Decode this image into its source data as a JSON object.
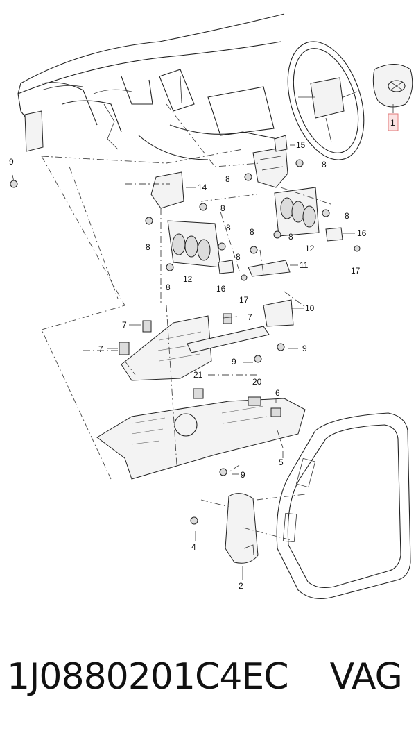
{
  "callouts": {
    "c1": "1",
    "c2": "2",
    "c4": "4",
    "c5": "5",
    "c6": "6",
    "c7a": "7",
    "c7b": "7",
    "c7c": "7",
    "c8a": "8",
    "c8b": "8",
    "c8c": "8",
    "c8d": "8",
    "c8e": "8",
    "c8f": "8",
    "c8g": "8",
    "c8h": "8",
    "c8i": "8",
    "c8j": "8",
    "c9a": "9",
    "c9b": "9",
    "c9c": "9",
    "c9d": "9",
    "c10": "10",
    "c11": "11",
    "c12a": "12",
    "c12b": "12",
    "c14": "14",
    "c15": "15",
    "c16a": "16",
    "c16b": "16",
    "c17a": "17",
    "c17b": "17",
    "c20": "20",
    "c21": "21"
  },
  "footer": {
    "part_number": "1J0880201C4EC",
    "brand": "VAG"
  },
  "highlight_color": "#e07a7a"
}
